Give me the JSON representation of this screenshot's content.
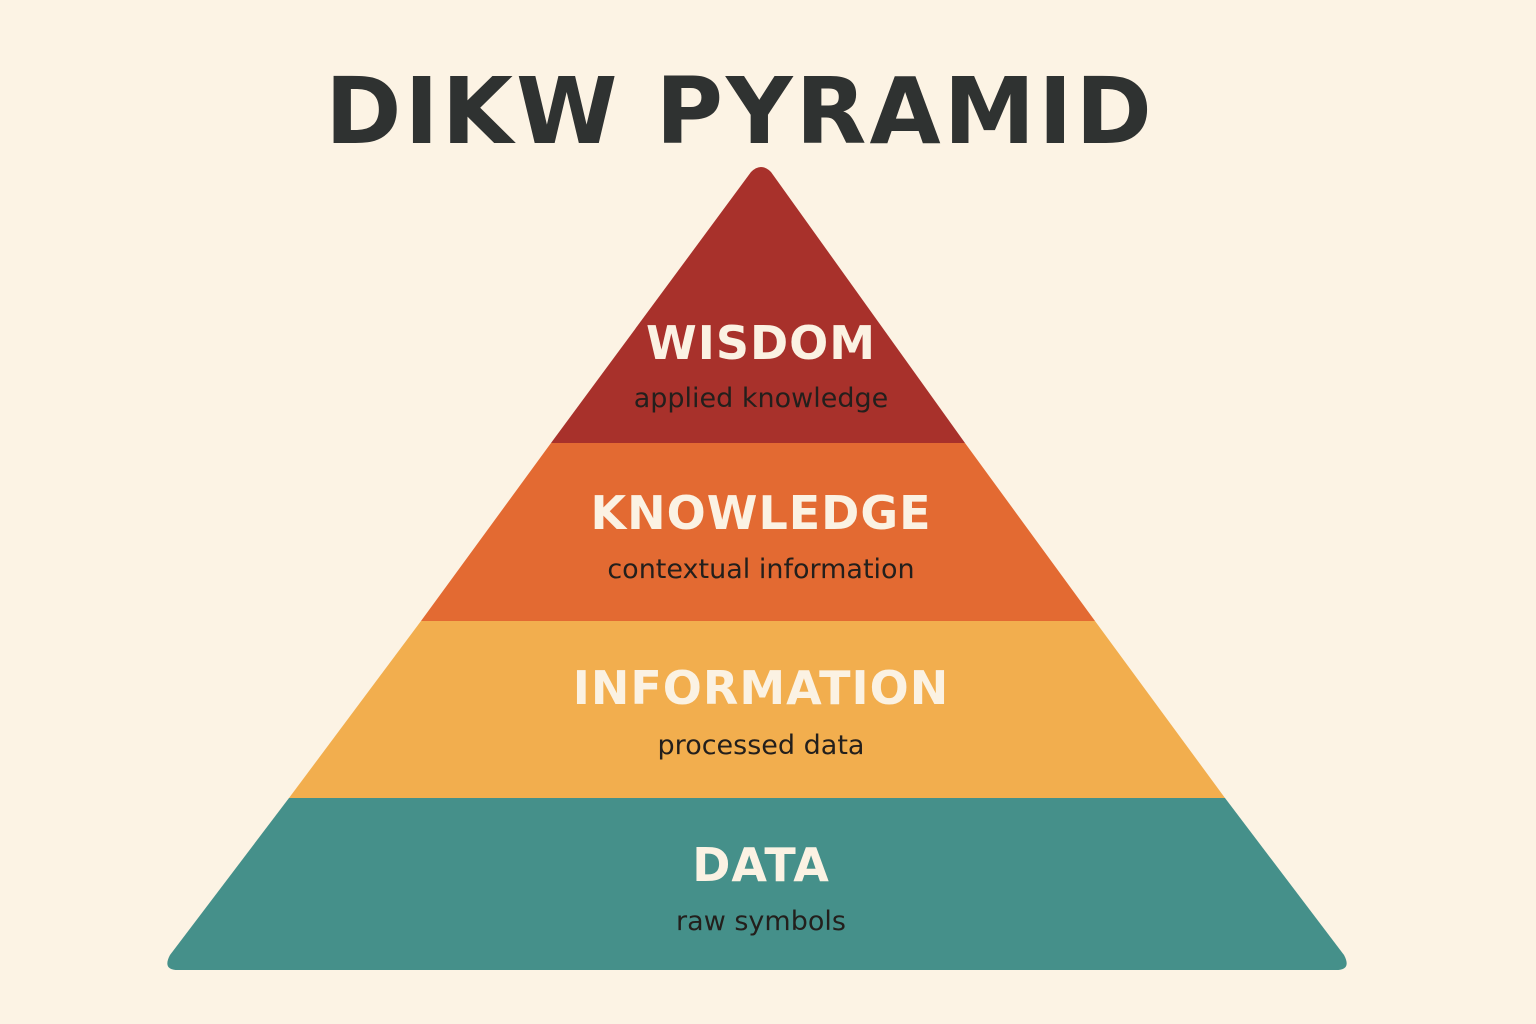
{
  "title": "DIKW PYRAMID",
  "colors": {
    "background": "#fcf3e4",
    "title": "#2f3231",
    "label_text": "#fbf2e3",
    "description_text": "#231f1c"
  },
  "levels": [
    {
      "name": "WISDOM",
      "description": "applied knowledge",
      "color": "#a8312b"
    },
    {
      "name": "KNOWLEDGE",
      "description": "contextual information",
      "color": "#e36a32"
    },
    {
      "name": "INFORMATION",
      "description": "processed data",
      "color": "#f2ae4e"
    },
    {
      "name": "DATA",
      "description": "raw symbols",
      "color": "#45908a"
    }
  ]
}
